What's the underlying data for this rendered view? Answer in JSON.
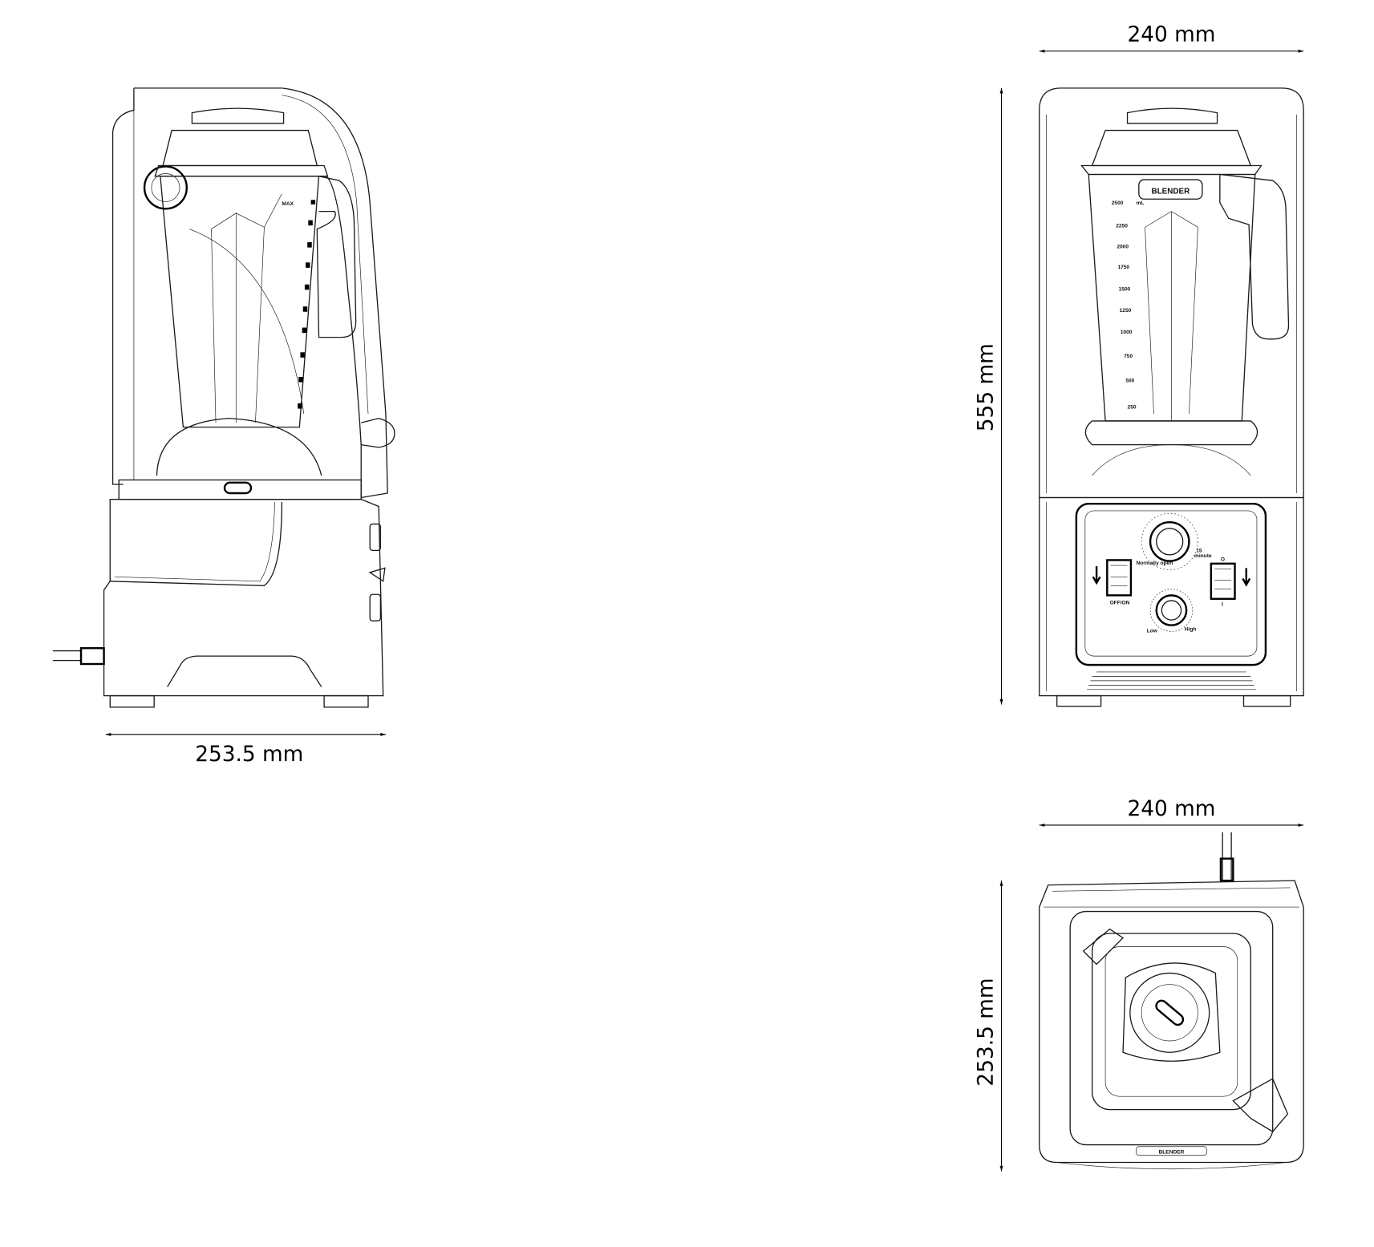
{
  "dimensions": {
    "side_depth": "253.5 mm",
    "front_width": "240 mm",
    "front_height": "555 mm",
    "top_width": "240 mm",
    "top_depth": "253.5 mm"
  },
  "jug": {
    "brand": "BLENDER",
    "max_label": "MAX",
    "unit": "mL",
    "graduations": [
      "2500",
      "2250",
      "2000",
      "1750",
      "1500",
      "1250",
      "1000",
      "750",
      "500",
      "250"
    ]
  },
  "panel": {
    "timer_label": "Normally open",
    "timer_max": "15",
    "timer_unit": "minute",
    "power_switch_label": "OFF/ON",
    "pulse_switch_top": "O",
    "pulse_switch_bottom": "I",
    "speed_low": "Low",
    "speed_high": "High"
  },
  "top_view": {
    "brand": "BLENDER"
  }
}
